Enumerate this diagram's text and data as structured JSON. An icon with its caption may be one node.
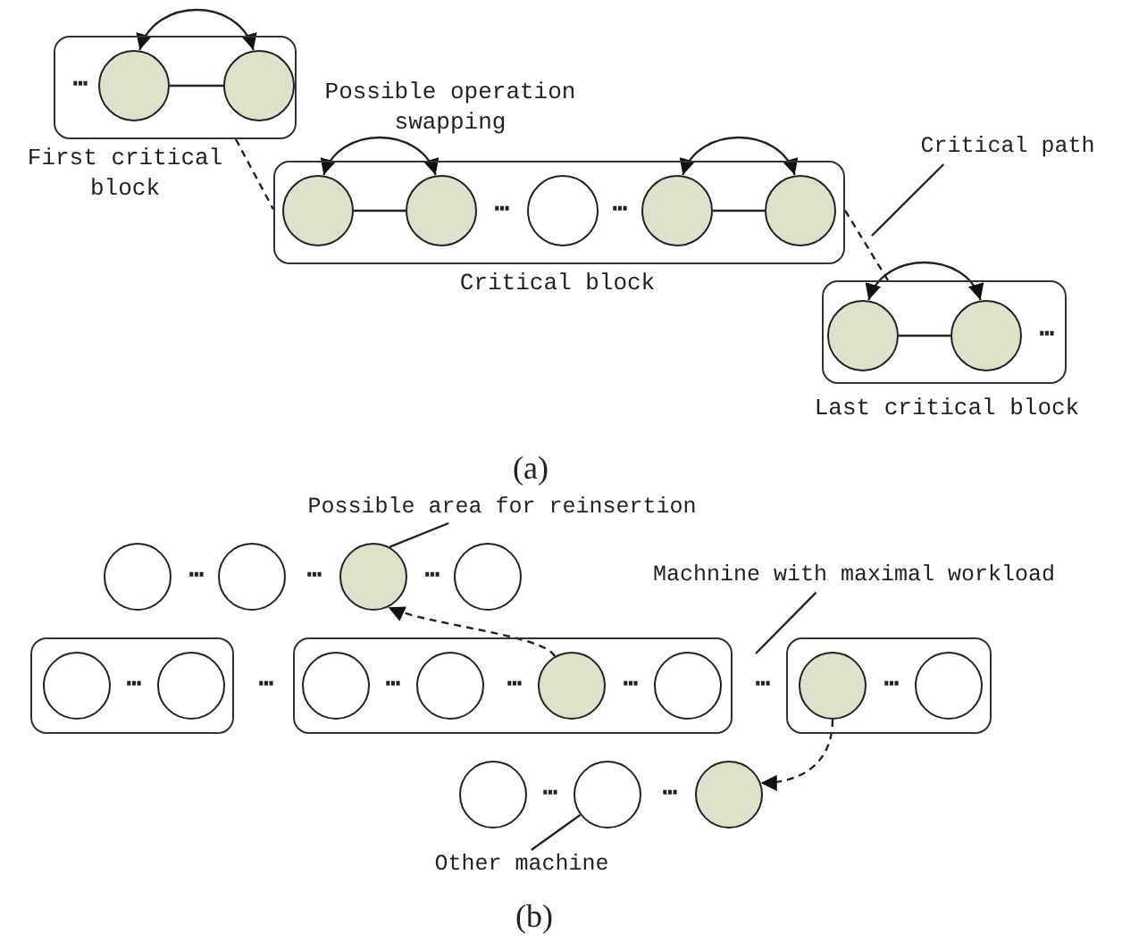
{
  "diagram": {
    "nodes": [
      {
        "text": [],
        "shape": "box",
        "beside": [
          "First critical block"
        ]
      },
      {
        "text": [],
        "shape": "circle",
        "in": 0
      },
      {
        "text": [],
        "shape": "circle",
        "in": 0
      },
      {
        "text": [],
        "shape": "box",
        "beside": [
          "Critical block"
        ]
      },
      {
        "text": [],
        "shape": "circle",
        "in": 3
      },
      {
        "text": [],
        "shape": "circle",
        "in": 3
      },
      {
        "text": [],
        "shape": "circle",
        "in": 3
      },
      {
        "text": [],
        "shape": "circle",
        "in": 3
      },
      {
        "text": [],
        "shape": "circle",
        "in": 3
      },
      {
        "text": [],
        "shape": "box",
        "beside": [
          "Last critical block"
        ]
      },
      {
        "text": [],
        "shape": "circle",
        "in": 9
      },
      {
        "text": [],
        "shape": "circle",
        "in": 9
      },
      {
        "text": [
          "Critical path"
        ]
      },
      {
        "text": [
          "Possible area for reinsertion"
        ]
      },
      {
        "text": [],
        "shape": "circle"
      },
      {
        "text": [],
        "shape": "circle"
      },
      {
        "text": [],
        "shape": "circle"
      },
      {
        "text": [],
        "shape": "circle"
      },
      {
        "text": [
          "Machnine with maximal workload"
        ]
      },
      {
        "text": [],
        "shape": "box"
      },
      {
        "text": [],
        "shape": "circle",
        "in": 19
      },
      {
        "text": [],
        "shape": "circle",
        "in": 19
      },
      {
        "text": [],
        "shape": "box"
      },
      {
        "text": [],
        "shape": "circle",
        "in": 22
      },
      {
        "text": [],
        "shape": "circle",
        "in": 22
      },
      {
        "text": [],
        "shape": "circle",
        "in": 22
      },
      {
        "text": [],
        "shape": "circle",
        "in": 22
      },
      {
        "text": [],
        "shape": "box"
      },
      {
        "text": [],
        "shape": "circle",
        "in": 27
      },
      {
        "text": [],
        "shape": "circle",
        "in": 27
      },
      {
        "text": [],
        "shape": "circle"
      },
      {
        "text": [],
        "shape": "circle"
      },
      {
        "text": [],
        "shape": "circle"
      },
      {
        "text": [
          "Other machine"
        ]
      }
    ],
    "edges": [
      {
        "from": 1,
        "to": 2,
        "arrow": "none"
      },
      {
        "from": 1,
        "to": 2,
        "arrow": "both"
      },
      {
        "from": 4,
        "to": 5,
        "arrow": "none"
      },
      {
        "from": 4,
        "to": 5,
        "arrow": "both"
      },
      {
        "from": 7,
        "to": 8,
        "arrow": "none"
      },
      {
        "from": 7,
        "to": 8,
        "arrow": "both"
      },
      {
        "from": 10,
        "to": 11,
        "arrow": "none"
      },
      {
        "from": 10,
        "to": 11,
        "arrow": "both"
      },
      {
        "from": 0,
        "to": 3,
        "arrow": "none",
        "style": "dashed"
      },
      {
        "from": 3,
        "to": 9,
        "arrow": "none",
        "style": "dashed"
      },
      {
        "from": 12,
        "to": null,
        "arrow": "none"
      },
      {
        "from": 13,
        "to": 16,
        "arrow": "none"
      },
      {
        "from": 25,
        "to": 16,
        "arrow": "to",
        "style": "dashed"
      },
      {
        "from": 18,
        "to": null,
        "arrow": "none"
      },
      {
        "from": 28,
        "to": 32,
        "arrow": "to",
        "style": "dashed"
      },
      {
        "from": 33,
        "to": 31,
        "arrow": "none"
      }
    ],
    "labels": [
      "⋯",
      "Possible operation swapping",
      "⋯",
      "⋯",
      "⋯",
      "(a)",
      "⋯",
      "⋯",
      "⋯",
      "⋯",
      "⋯",
      "⋯",
      "⋯",
      "⋯",
      "⋯",
      "⋯",
      "⋯",
      "⋯",
      "(b)"
    ]
  }
}
